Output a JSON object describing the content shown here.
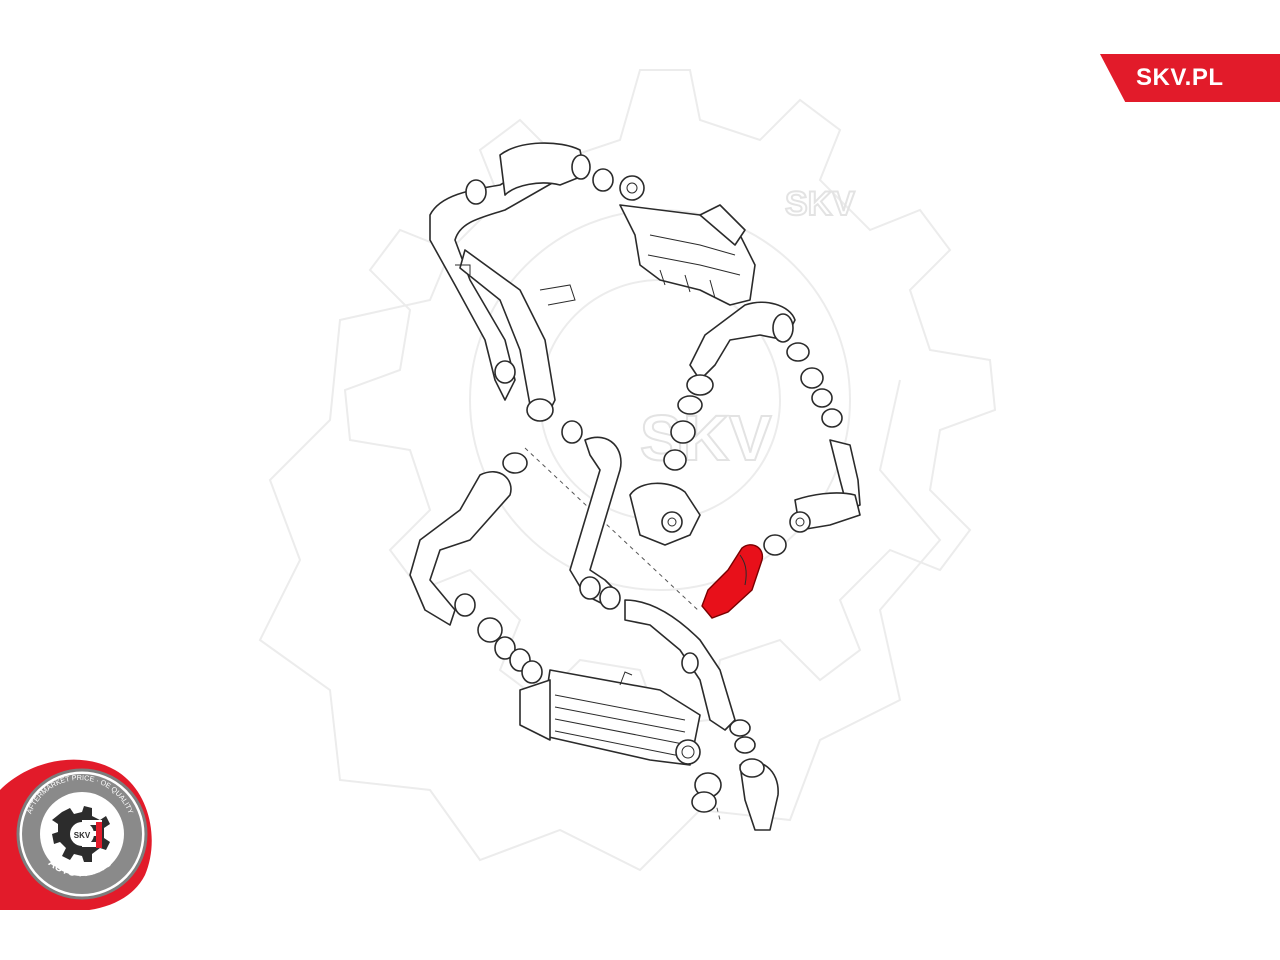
{
  "brand": {
    "label": "SKV.PL",
    "color": "#e21b2a"
  },
  "watermark": {
    "label": "SKV",
    "icon": "gear-icon"
  },
  "stamp": {
    "top_text": "AFTERMARKET PRICE · OE QUALITY",
    "bottom_text": "AUTO PARTS",
    "center_text": "SKV",
    "ring_color": "#7d7d7d",
    "accent_color": "#e21b2a"
  },
  "highlight": {
    "part": "intercooler-hose",
    "color": "#e8101a"
  }
}
